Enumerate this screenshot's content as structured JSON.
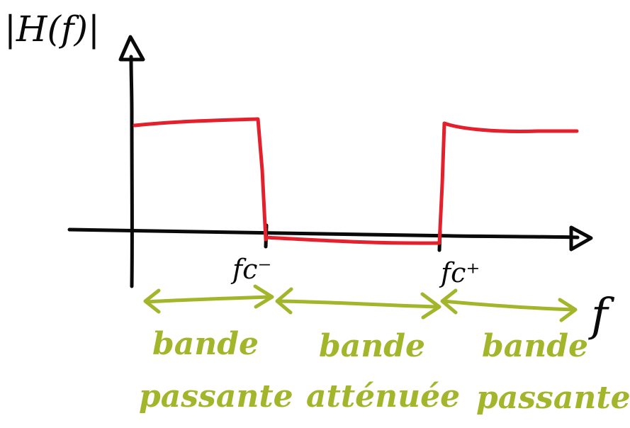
{
  "diagram": {
    "y_axis_label": "|H(f)|",
    "x_axis_label": "f",
    "markers": {
      "fc_minus": "fc⁻",
      "fc_plus": "fc⁺"
    },
    "bands": [
      {
        "line1": "bande",
        "line2": "passante"
      },
      {
        "line1": "bande",
        "line2": "atténuée"
      },
      {
        "line1": "bande",
        "line2": "passante"
      }
    ],
    "colors": {
      "axes": "#0a0a0a",
      "response": "#e3202b",
      "bands": "#a3b52a"
    }
  }
}
